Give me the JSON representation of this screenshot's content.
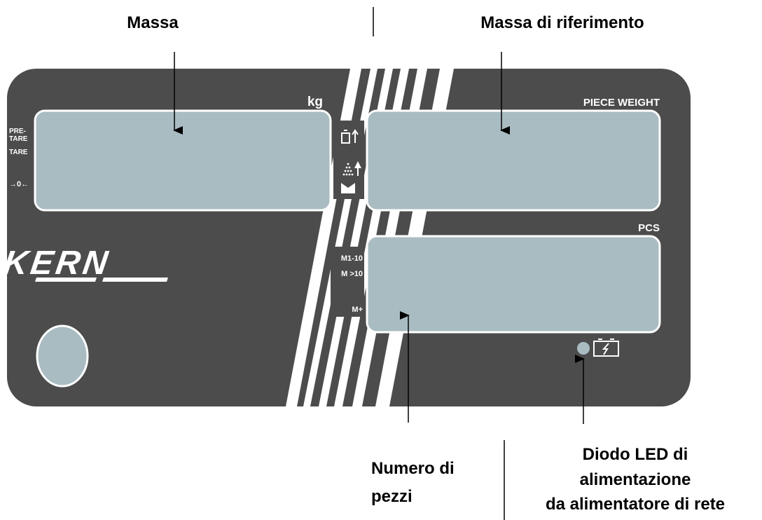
{
  "callouts": {
    "mass": "Massa",
    "reference_mass": "Massa di riferimento",
    "piece_count_line1": "Numero di",
    "piece_count_line2": "pezzi",
    "led_line1": "Diodo LED di",
    "led_line2": "alimentazione",
    "led_line3": "da alimentatore di rete"
  },
  "panel": {
    "kg_label": "kg",
    "piece_weight_label": "PIECE WEIGHT",
    "pcs_label": "PCS",
    "pretare_label_line1": "PRE-",
    "pretare_label_line2": "TARE",
    "tare_label": "TARE",
    "zero_label": "→0←",
    "m1_10_label": "M1-10",
    "m_gt_10_label": "M >10",
    "m_plus_label": "M+",
    "brand": "KERN",
    "weight_icon": "weight-up-icon",
    "pieces_icon": "pieces-up-icon",
    "battery_icon": "battery-charge-icon"
  },
  "colors": {
    "panel": "#4c4c4c",
    "display": "#a9bcc1",
    "outline": "#ffffff"
  }
}
